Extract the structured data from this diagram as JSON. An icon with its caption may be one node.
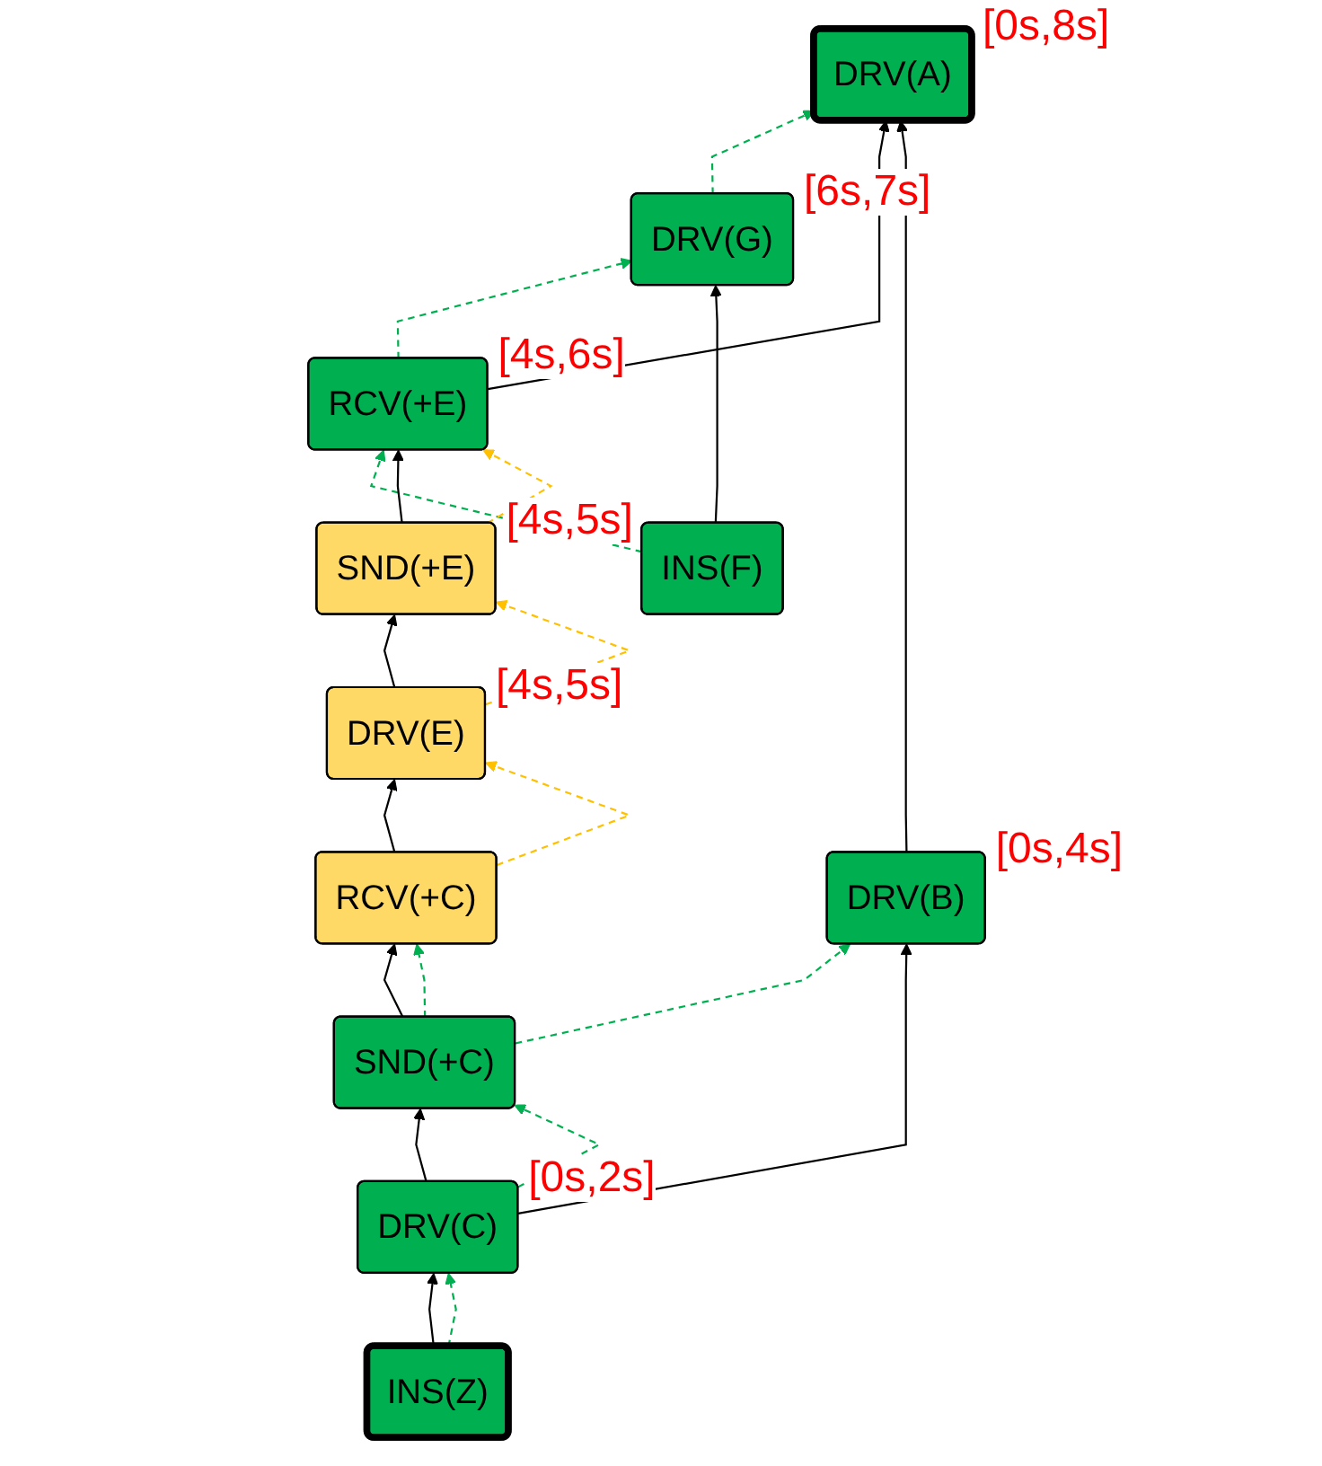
{
  "diagram": {
    "nodes": [
      {
        "text": [
          "DRV(A)"
        ],
        "beside": [
          "[0s,8s]"
        ]
      },
      {
        "text": [
          "DRV(G)"
        ],
        "beside": [
          "[6s,7s]"
        ]
      },
      {
        "text": [
          "INS(F)"
        ]
      },
      {
        "text": [
          "RCV(+E)"
        ],
        "beside": [
          "[4s,6s]"
        ]
      },
      {
        "text": [
          "SND(+E)"
        ],
        "beside": [
          "[4s,5s]"
        ]
      },
      {
        "text": [
          "DRV(E)"
        ],
        "beside": [
          "[4s,5s]"
        ]
      },
      {
        "text": [
          "RCV(+C)"
        ]
      },
      {
        "text": [
          "DRV(B)"
        ],
        "beside": [
          "[0s,4s]"
        ]
      },
      {
        "text": [
          "SND(+C)"
        ]
      },
      {
        "text": [
          "DRV(C)"
        ],
        "beside": [
          "[0s,2s]"
        ]
      },
      {
        "text": [
          "INS(Z)"
        ]
      }
    ],
    "edges": [
      {
        "from": 1,
        "to": 0,
        "arrow": "to",
        "style": "dashed",
        "color": "#00b050"
      },
      {
        "from": 3,
        "to": 0,
        "arrow": "to"
      },
      {
        "from": 3,
        "to": 1,
        "arrow": "to",
        "style": "dashed",
        "color": "#00b050"
      },
      {
        "from": 2,
        "to": 1,
        "arrow": "to"
      },
      {
        "from": 2,
        "to": 3,
        "arrow": "to",
        "style": "dashed",
        "color": "#00b050"
      },
      {
        "from": 4,
        "to": 3,
        "arrow": "to"
      },
      {
        "from": 4,
        "to": 3,
        "arrow": "to",
        "style": "dashed",
        "color": "#ffc000"
      },
      {
        "from": 5,
        "to": 4,
        "arrow": "to"
      },
      {
        "from": 5,
        "to": 4,
        "arrow": "to",
        "style": "dashed",
        "color": "#ffc000"
      },
      {
        "from": 6,
        "to": 5,
        "arrow": "to"
      },
      {
        "from": 6,
        "to": 5,
        "arrow": "to",
        "style": "dashed",
        "color": "#ffc000"
      },
      {
        "from": 8,
        "to": 6,
        "arrow": "to"
      },
      {
        "from": 8,
        "to": 6,
        "arrow": "to",
        "style": "dashed",
        "color": "#00b050"
      },
      {
        "from": 7,
        "to": 0,
        "arrow": "to"
      },
      {
        "from": 8,
        "to": 7,
        "arrow": "to",
        "style": "dashed",
        "color": "#00b050"
      },
      {
        "from": 9,
        "to": 7,
        "arrow": "to"
      },
      {
        "from": 9,
        "to": 8,
        "arrow": "to"
      },
      {
        "from": 9,
        "to": 8,
        "arrow": "to",
        "style": "dashed",
        "color": "#00b050"
      },
      {
        "from": 10,
        "to": 9,
        "arrow": "to"
      },
      {
        "from": 10,
        "to": 9,
        "arrow": "to",
        "style": "dashed",
        "color": "#00b050"
      }
    ]
  }
}
